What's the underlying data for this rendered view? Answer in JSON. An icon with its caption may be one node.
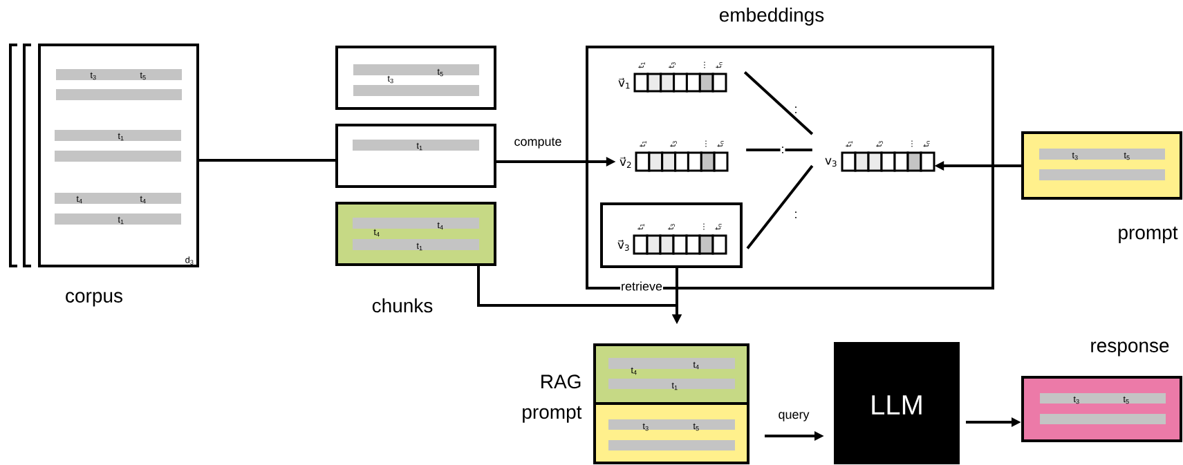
{
  "diagram": {
    "nodes": [
      {
        "text": [
          "t$_{3}$",
          "t$_{5}$",
          "t$_{1}$",
          "t$_{4}$",
          "t$_{4}$",
          "t$_{1}$",
          "d$_{3}$"
        ]
      },
      {
        "text": [
          "t$_{3}$",
          "t$_{5}$"
        ]
      },
      {
        "text": [
          "t$_{1}$"
        ]
      },
      {
        "text": [
          "t$_{4}$",
          "t$_{4}$",
          "t$_{1}$"
        ]
      },
      {
        "text": [
          "embeddings"
        ]
      },
      {
        "text": [
          "v⃗$_{1}$",
          "t$_{1}$",
          "t$_{3}$",
          "⋮",
          "t$_{n}$"
        ],
        "in": 4
      },
      {
        "text": [
          "v⃗$_{2}$",
          "t$_{1}$",
          "t$_{3}$",
          "⋮",
          "t$_{n}$"
        ],
        "in": 4
      },
      {
        "text": [],
        "shape": "box",
        "in": 4
      },
      {
        "text": [
          "v⃗$_{3}$",
          "t$_{1}$",
          "t$_{3}$",
          "⋮",
          "t$_{n}$"
        ],
        "in": 7
      },
      {
        "text": [
          "v$_{3}$",
          "t$_{1}$",
          "t$_{3}$",
          "⋮",
          "t$_{n}$"
        ],
        "in": 4
      },
      {
        "text": [
          "t$_{3}$",
          "t$_{5}$"
        ],
        "beside": [
          "prompt"
        ]
      },
      {
        "text": [
          "t$_{4}$",
          "t$_{4}$",
          "t$_{1}$"
        ]
      },
      {
        "text": [
          "t$_{3}$",
          "t$_{5}$"
        ]
      },
      {
        "text": [
          "LLM"
        ]
      },
      {
        "text": [
          "response",
          "t$_{3}$",
          "t$_{5}$"
        ]
      }
    ],
    "edges": [
      {
        "from": 0,
        "to": 2,
        "arrow": "none"
      },
      {
        "from": 2,
        "to": 6,
        "arrow": "to",
        "label": "compute"
      },
      {
        "from": 5,
        "to": 9,
        "arrow": "none",
        "label": ":"
      },
      {
        "from": 6,
        "to": 9,
        "arrow": "none",
        "label": ":"
      },
      {
        "from": 7,
        "to": 9,
        "arrow": "none",
        "label": ":"
      },
      {
        "from": 10,
        "to": 9,
        "arrow": "to"
      },
      {
        "from": 7,
        "to": 11,
        "arrow": "to",
        "label": "retrieve"
      },
      {
        "from": 3,
        "to": 11,
        "arrow": "to"
      },
      {
        "from": 12,
        "to": 13,
        "arrow": "to",
        "label": "query"
      },
      {
        "from": 13,
        "to": 14,
        "arrow": "to"
      }
    ],
    "labels": [
      "corpus",
      "chunks",
      "RAG prompt"
    ]
  }
}
